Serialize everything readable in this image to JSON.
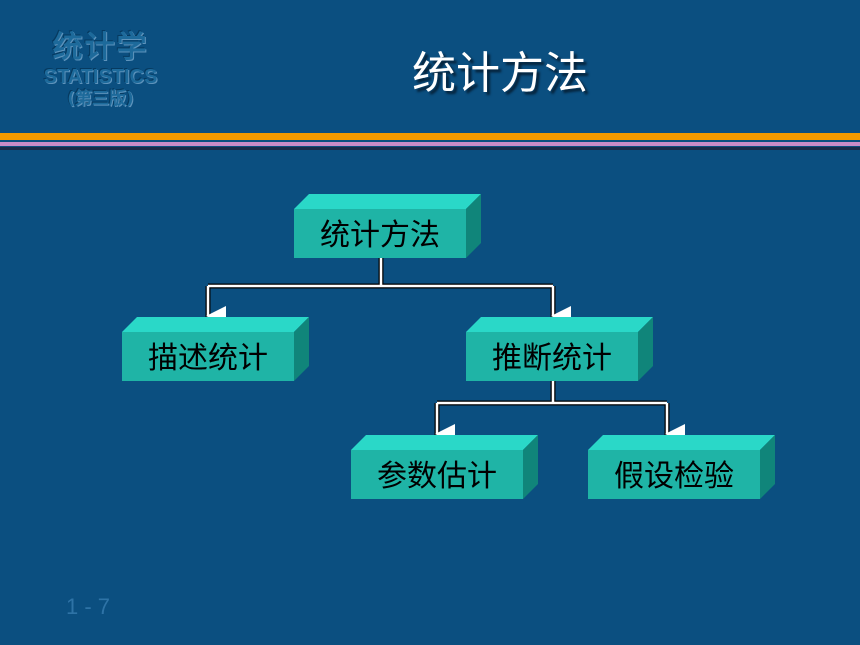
{
  "logo": {
    "name_cn": "统计学",
    "name_en": "STATISTICS",
    "edition": "(第三版)"
  },
  "slide": {
    "title": "统计方法",
    "page_number": "1 - 7"
  },
  "diagram": {
    "root": "统计方法",
    "level1": [
      "描述统计",
      "推断统计"
    ],
    "level2": [
      "参数估计",
      "假设检验"
    ]
  },
  "colors": {
    "background": "#0b4f80",
    "box_front": "#1fb4a6",
    "box_top": "#2ad8c8",
    "box_side": "#10857a",
    "rule_orange": "#f29a00",
    "rule_pink": "#c98cc8"
  }
}
